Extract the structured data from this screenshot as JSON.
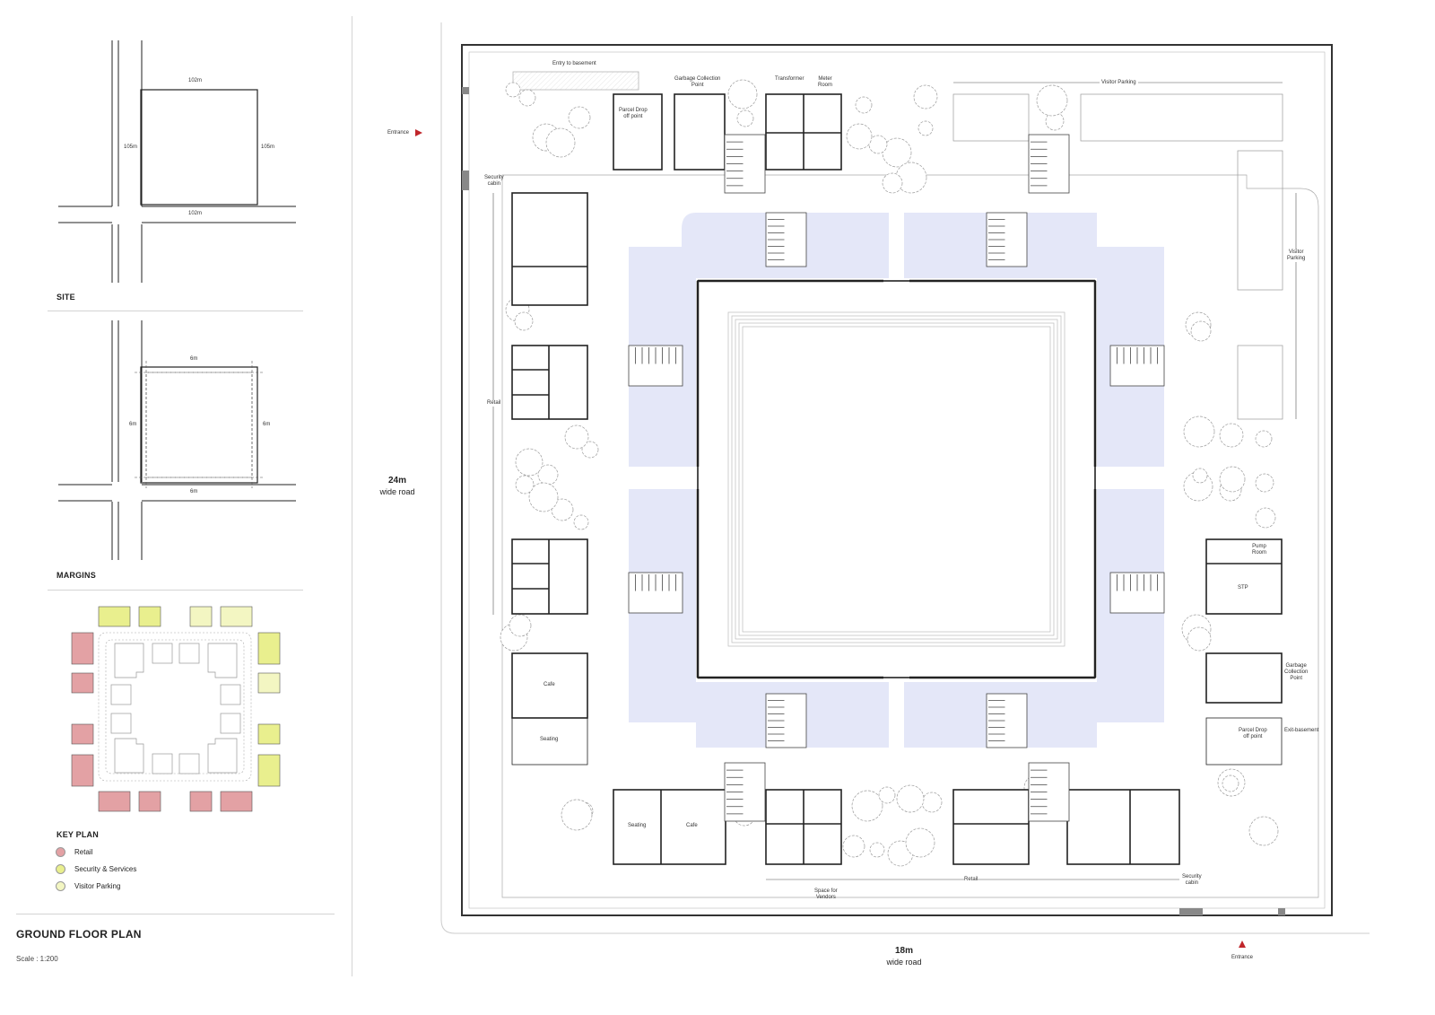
{
  "colors": {
    "retail": "#e3a1a4",
    "security_services": "#e9ef8e",
    "visitor_parking": "#f3f6c2",
    "courtyard_wing": "#e4e7f8",
    "line": "#222222",
    "tree": "#9a9a9a",
    "entrance": "#c0262b"
  },
  "left_panel": {
    "site": {
      "heading": "SITE",
      "dim_top": "102m",
      "dim_bottom": "102m",
      "dim_left": "105m",
      "dim_right": "105m"
    },
    "margins": {
      "heading": "MARGINS",
      "dim_top": "6m",
      "dim_bottom": "6m",
      "dim_left": "6m",
      "dim_right": "6m"
    },
    "key_plan": {
      "heading": "KEY PLAN",
      "legend": [
        {
          "label": "Retail",
          "color": "#e3a1a4"
        },
        {
          "label": "Security & Services",
          "color": "#e9ef8e"
        },
        {
          "label": "Visitor Parking",
          "color": "#f3f6c2"
        }
      ]
    },
    "title": "GROUND FLOOR PLAN",
    "scale": "Scale : 1:200"
  },
  "roads": {
    "west": {
      "width": "24m",
      "label": "wide road"
    },
    "south": {
      "width": "18m",
      "label": "wide road"
    }
  },
  "plan_labels": {
    "entrance_west": "Entrance",
    "entrance_south": "Entrance",
    "entry_basement": "Entry to basement",
    "parcel_drop_top": "Parcel Drop\noff point",
    "garbage_top": "Garbage Collection\nPoint",
    "transformer": "Transformer",
    "meter_room": "Meter\nRoom",
    "visitor_parking_top": "Visitor Parking",
    "visitor_parking_right": "Visitor\nParking",
    "security_cabin_top": "Security\ncabin",
    "retail_left": "Retail",
    "cafe_left": "Cafe",
    "seating_left": "Seating",
    "pump_room": "Pump\nRoom",
    "stp": "STP",
    "garbage_right": "Garbage\nCollection\nPoint",
    "parcel_drop_right": "Parcel Drop\noff point",
    "exit_basement": "Exit-basement",
    "seating_bottom": "Seating",
    "cafe_bottom": "Cafe",
    "space_vendors": "Space for\nVendors",
    "retail_bottom": "Retail",
    "security_cabin_bottom": "Security\ncabin"
  }
}
